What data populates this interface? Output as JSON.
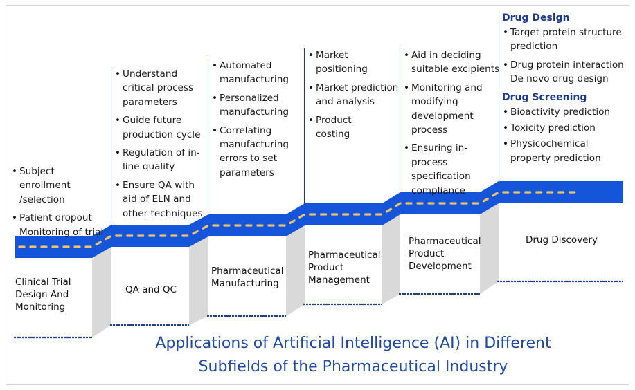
{
  "stages": [
    {
      "label": "Clinical Trial Design And Monitoring",
      "items": [
        "Subject enrollment /selection",
        "Patient dropout Monitoring of trial"
      ]
    },
    {
      "label": "QA and QC",
      "items": [
        "Understand critical process parameters",
        "Guide future production cycle",
        "Regulation of in-line quality",
        "Ensure QA with aid of ELN and other techniques"
      ]
    },
    {
      "label": "Pharmaceutical Manufacturing",
      "items": [
        "Automated manufacturing",
        "Personalized manufacturing",
        "Correlating manufacturing errors to set parameters"
      ]
    },
    {
      "label": "Pharmaceutical Product Management",
      "items": [
        "Market positioning",
        "Market prediction and analysis",
        "Product costing"
      ]
    },
    {
      "label": "Pharmaceutical Product Development",
      "items": [
        "Aid in deciding suitable excipients",
        "Monitoring and modifying development process",
        "Ensuring in-process specification compliance"
      ]
    },
    {
      "label": "Drug Discovery",
      "groups": [
        {
          "heading": "Drug Design",
          "items": [
            "Target protein structure prediction",
            "Drug protein interaction De novo drug design"
          ]
        },
        {
          "heading": "Drug Screening",
          "items": [
            "Bioactivity prediction",
            "Toxicity prediction",
            "Physicochemical property prediction"
          ]
        }
      ]
    }
  ],
  "title_line1": "Applications of Artificial Intelligence (AI) in Different",
  "title_line2": "Subfields of the Pharmaceutical Industry",
  "colors": {
    "road": "#1455d9",
    "dash": "#f2c26b",
    "riser": "#d9d9d9",
    "line": "#1e3a8a",
    "heading": "#1d3a8f",
    "title": "#1f4aa8"
  }
}
